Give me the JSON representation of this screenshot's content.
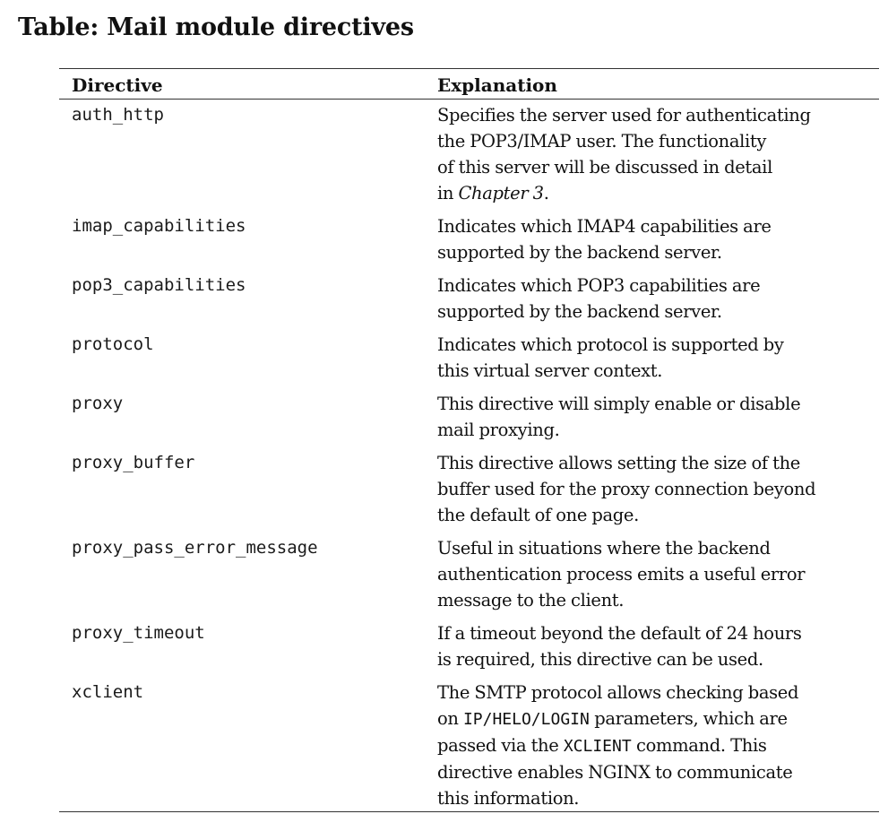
{
  "title": "Table: Mail module directives",
  "headers": {
    "directive": "Directive",
    "explanation": "Explanation"
  },
  "rows": [
    {
      "directive": "auth_http",
      "explanation_lines": [
        "Specifies the server used for authenticating",
        "the POP3/IMAP user. The functionality",
        "of this server will be discussed in detail"
      ],
      "ref_prefix": "in ",
      "ref_italic": "Chapter 3",
      "ref_suffix": "."
    },
    {
      "directive": "imap_capabilities",
      "explanation_lines": [
        "Indicates which IMAP4 capabilities are",
        "supported by the backend server."
      ]
    },
    {
      "directive": "pop3_capabilities",
      "explanation_lines": [
        "Indicates which POP3 capabilities are",
        "supported by the backend server."
      ]
    },
    {
      "directive": "protocol",
      "explanation_lines": [
        "Indicates which protocol is supported by",
        "this virtual server context."
      ]
    },
    {
      "directive": "proxy",
      "explanation_lines": [
        "This directive will simply enable or disable",
        "mail proxying."
      ]
    },
    {
      "directive": "proxy_buffer",
      "explanation_lines": [
        "This directive allows setting the size of the",
        "buffer used for the proxy connection beyond",
        "the default of one page."
      ]
    },
    {
      "directive": "proxy_pass_error_message",
      "explanation_lines": [
        "Useful in situations where the backend",
        "authentication process emits a useful error",
        "message to the client."
      ]
    },
    {
      "directive": "proxy_timeout",
      "explanation_lines": [
        "If a timeout beyond the default of 24 hours",
        "is required, this directive can be used."
      ]
    },
    {
      "directive": "xclient",
      "line1": "The SMTP protocol allows checking based",
      "line2_prefix": "on ",
      "line2_code": "IP/HELO/LOGIN",
      "line2_suffix": " parameters, which are",
      "line3_prefix": "passed via the ",
      "line3_code": "XCLIENT",
      "line3_suffix": " command. This",
      "line4": "directive enables NGINX to communicate",
      "line5": "this information."
    }
  ]
}
